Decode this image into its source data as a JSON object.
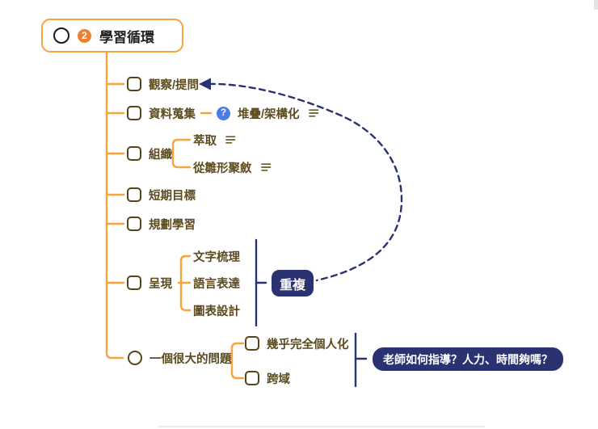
{
  "root": {
    "badge": "2",
    "label": "學習循環"
  },
  "tree": {
    "items": [
      {
        "id": "observe",
        "label": "觀察/提問"
      },
      {
        "id": "collect",
        "label": "資料蒐集",
        "annotation": {
          "icon": "question-mark",
          "label": "堆疊/架構化",
          "has_note": true
        }
      },
      {
        "id": "organize",
        "label": "組織",
        "children": [
          {
            "label": "萃取",
            "has_note": true
          },
          {
            "label": "從雛形聚斂",
            "has_note": true
          }
        ]
      },
      {
        "id": "short-term-goal",
        "label": "短期目標"
      },
      {
        "id": "plan-learning",
        "label": "規劃學習"
      },
      {
        "id": "present",
        "label": "呈現",
        "children": [
          {
            "label": "文字梳理"
          },
          {
            "label": "語言表達"
          },
          {
            "label": "圖表設計"
          }
        ]
      },
      {
        "id": "big-problem",
        "label": "一個很大的問題",
        "children": [
          {
            "label": "幾乎完全個人化"
          },
          {
            "label": "跨域"
          }
        ]
      }
    ]
  },
  "callouts": {
    "repeat": {
      "label": "重複"
    },
    "teacher": {
      "label": "老師如何指導？人力、時間夠嗎？"
    }
  },
  "icons": {
    "question_badge": "?"
  },
  "colors": {
    "branch_orange": "#F7A43C",
    "badge_orange": "#EE8030",
    "navy": "#2B3272",
    "help_blue": "#4C7CE5",
    "node_text": "#5C4B1E",
    "root_text": "#1F1F1F"
  }
}
